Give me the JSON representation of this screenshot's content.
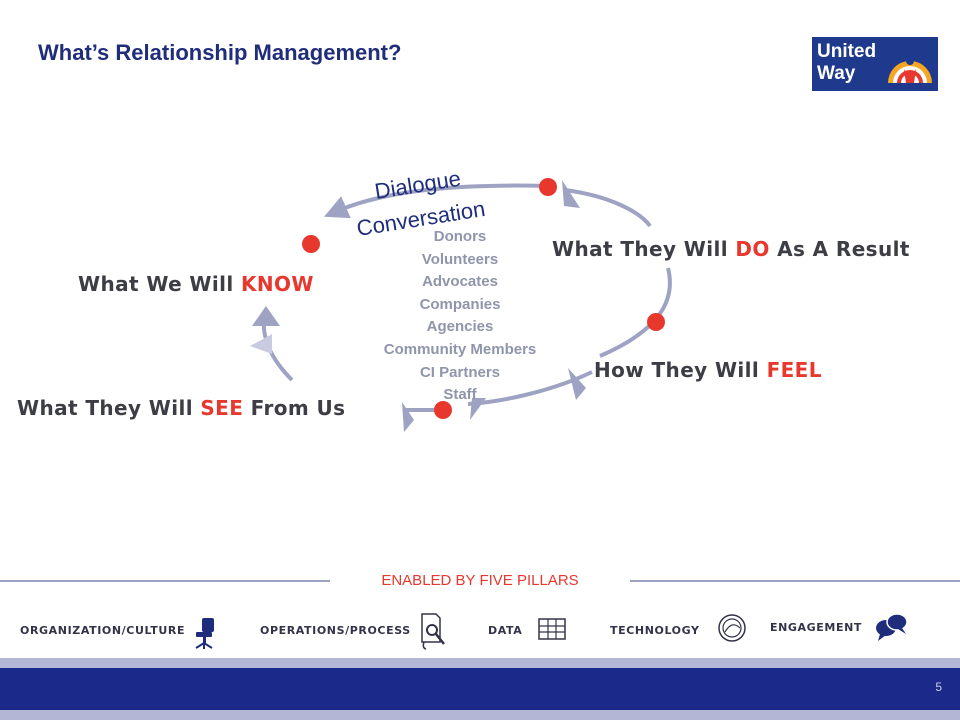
{
  "slide": {
    "title": "What’s Relationship Management?",
    "page_number": "5"
  },
  "logo": {
    "line1": "United",
    "line2": "Way"
  },
  "cycle": {
    "arc_label_1": "Dialogue",
    "arc_label_2": "Conversation",
    "stakeholders": [
      "Donors",
      "Volunteers",
      "Advocates",
      "Companies",
      "Agencies",
      "Community Members",
      "CI Partners",
      "Staff"
    ],
    "stages": {
      "know": {
        "prefix": "What We Will ",
        "highlight": "KNOW",
        "suffix": ""
      },
      "do": {
        "prefix": "What They Will ",
        "highlight": "DO",
        "suffix": " As A Result"
      },
      "feel": {
        "prefix": "How They Will ",
        "highlight": "FEEL",
        "suffix": ""
      },
      "see": {
        "prefix": "What They Will ",
        "highlight": "SEE",
        "suffix": " From Us"
      }
    }
  },
  "pillars": {
    "header": "ENABLED BY FIVE PILLARS",
    "items": [
      {
        "label": "ORGANIZATION/CULTURE",
        "icon": "office-chair-icon"
      },
      {
        "label": "OPERATIONS/PROCESS",
        "icon": "magnifier-document-icon"
      },
      {
        "label": "DATA",
        "icon": "grid-table-icon"
      },
      {
        "label": "TECHNOLOGY",
        "icon": "swirl-circle-icon"
      },
      {
        "label": "ENGAGEMENT",
        "icon": "speech-bubbles-icon"
      }
    ]
  },
  "colors": {
    "title_blue": "#1f2d7a",
    "accent_red": "#e8382e",
    "arrow_gray": "#9ea3c3",
    "footer_blue": "#1b2a8a"
  }
}
